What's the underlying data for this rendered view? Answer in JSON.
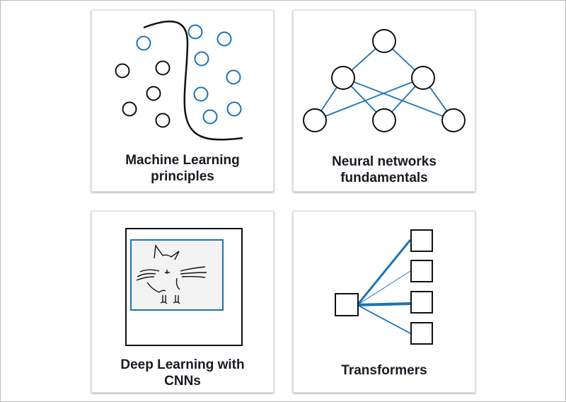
{
  "cards": [
    {
      "title_line1": "Machine Learning",
      "title_line2": "principles"
    },
    {
      "title_line1": "Neural networks",
      "title_line2": "fundamentals"
    },
    {
      "title_line1": "Deep Learning with",
      "title_line2": "CNNs"
    },
    {
      "title_line1": "Transformers"
    }
  ],
  "colors": {
    "accent": "#1b74b4",
    "ink": "#111111"
  }
}
